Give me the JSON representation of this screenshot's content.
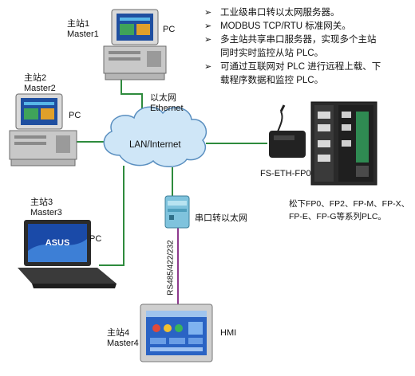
{
  "network": {
    "cloud_label": "LAN/Internet",
    "ethernet_cn": "以太网",
    "ethernet_en": "Ethernet"
  },
  "nodes": {
    "master1": {
      "cn": "主站1",
      "en": "Master1",
      "type": "PC"
    },
    "master2": {
      "cn": "主站2",
      "en": "Master2",
      "type": "PC"
    },
    "master3": {
      "cn": "主站3",
      "en": "Master3",
      "type": "PC"
    },
    "master4": {
      "cn": "主站4",
      "en": "Master4",
      "type": "HMI"
    },
    "converter": {
      "label": "串口转以太网"
    },
    "serial_link": {
      "label": "RS485/422/232"
    },
    "fs_module": {
      "label": "FS-ETH-FP0"
    },
    "plc": {
      "line1": "松下FP0、FP2、FP-M、FP-X、",
      "line2": "FP-E、FP-G等系列PLC。"
    }
  },
  "features": [
    {
      "line1": "工业级串口转以太网服务器。",
      "line2": ""
    },
    {
      "line1": "MODBUS TCP/RTU 标准网关。",
      "line2": ""
    },
    {
      "line1": "多主站共享串口服务器，实现多个主站",
      "line2": "同时实时监控从站 PLC。"
    },
    {
      "line1": "可通过互联网对 PLC 进行远程上载、下",
      "line2": "载程序数据和监控 PLC。"
    }
  ],
  "bullet_symbol": "➢",
  "colors": {
    "ethernet_line": "#2e8b3d",
    "serial_line": "#8e3a8e",
    "cloud_fill": "#cfe6f7",
    "cloud_stroke": "#5a8fc0",
    "screen_blue": "#1f4fa0"
  }
}
